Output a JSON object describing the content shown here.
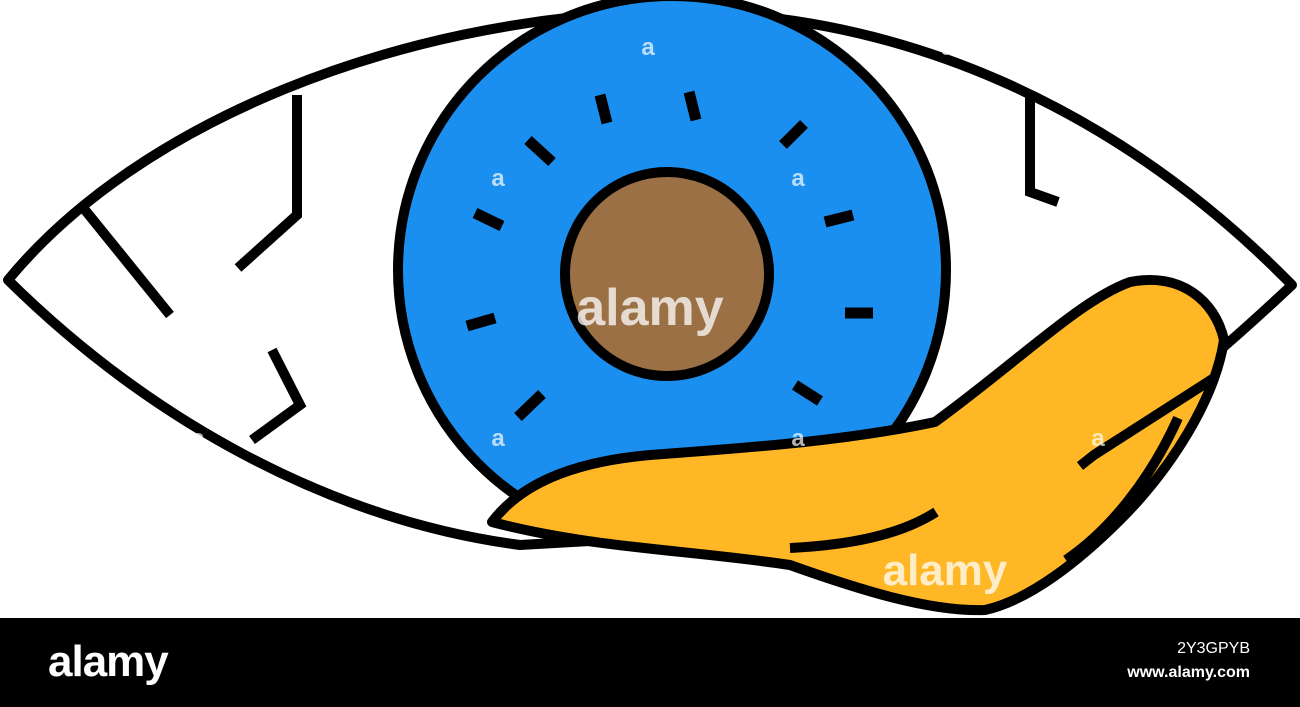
{
  "watermark": {
    "brand": "alamy",
    "small_mark": "a"
  },
  "footer": {
    "logo": "alamy",
    "image_id": "2Y3GPYB",
    "url": "www.alamy.com"
  },
  "colors": {
    "outline": "#000000",
    "iris": "#1a8fef",
    "pupil": "#9b7045",
    "eyelid_discharge": "#ffb726",
    "background": "#ffffff",
    "footer_background": "#000000"
  }
}
